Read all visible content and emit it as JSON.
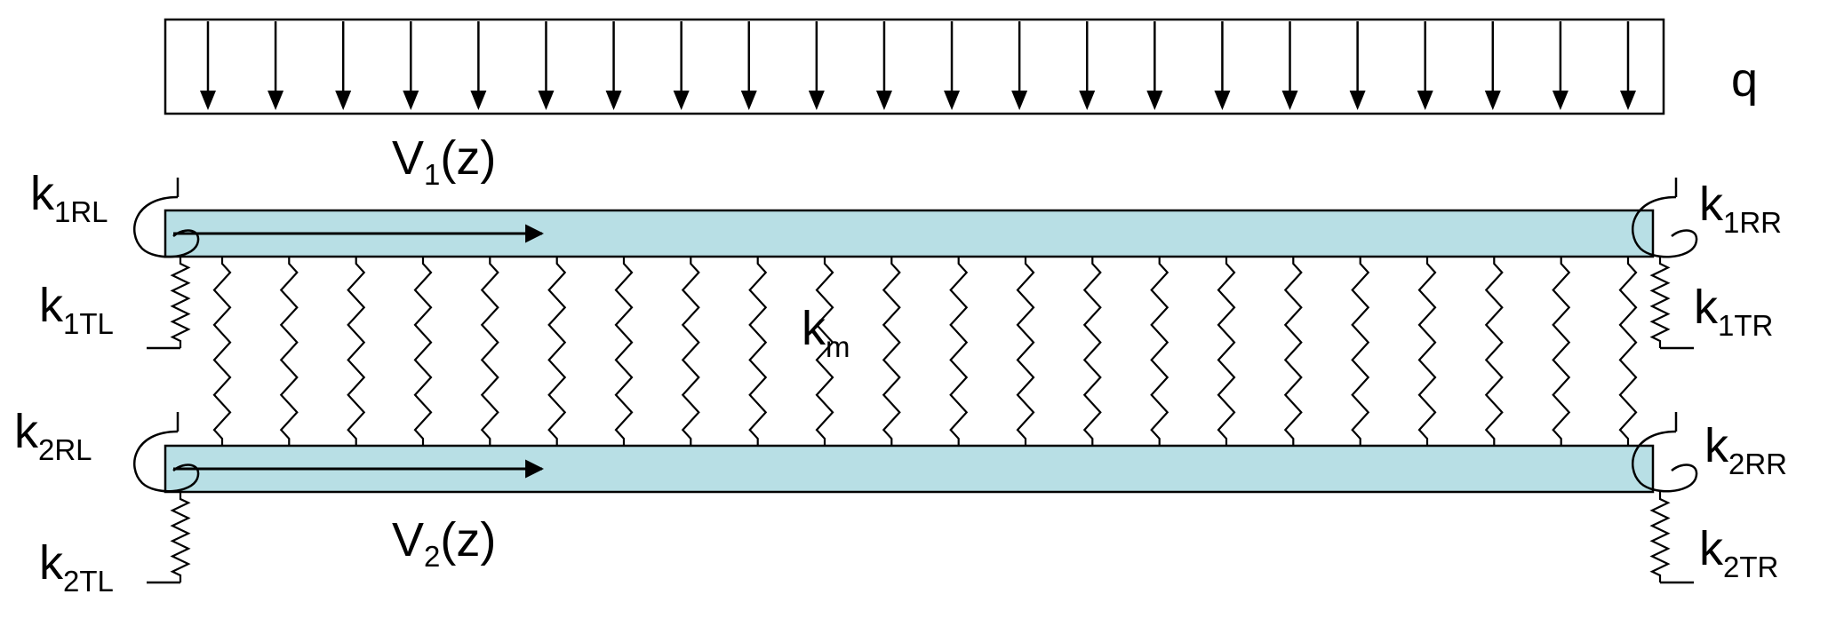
{
  "load": {
    "label": "q",
    "arrow_count": 22
  },
  "beam_top": {
    "velocity": {
      "base": "V",
      "sub": "1",
      "suffix": "(z)"
    },
    "rot_left": {
      "base": "k",
      "sub": "1RL"
    },
    "rot_right": {
      "base": "k",
      "sub": "1RR"
    },
    "trans_left": {
      "base": "k",
      "sub": "1TL"
    },
    "trans_right": {
      "base": "k",
      "sub": "1TR"
    }
  },
  "beam_bottom": {
    "velocity": {
      "base": "V",
      "sub": "2",
      "suffix": "(z)"
    },
    "rot_left": {
      "base": "k",
      "sub": "2RL"
    },
    "rot_right": {
      "base": "k",
      "sub": "2RR"
    },
    "trans_left": {
      "base": "k",
      "sub": "2TL"
    },
    "trans_right": {
      "base": "k",
      "sub": "2TR"
    }
  },
  "medium": {
    "base": "k",
    "sub": "m",
    "spring_count": 22
  },
  "colors": {
    "beam_fill": "#b8dfe5",
    "line": "#000000",
    "background": "#ffffff"
  }
}
